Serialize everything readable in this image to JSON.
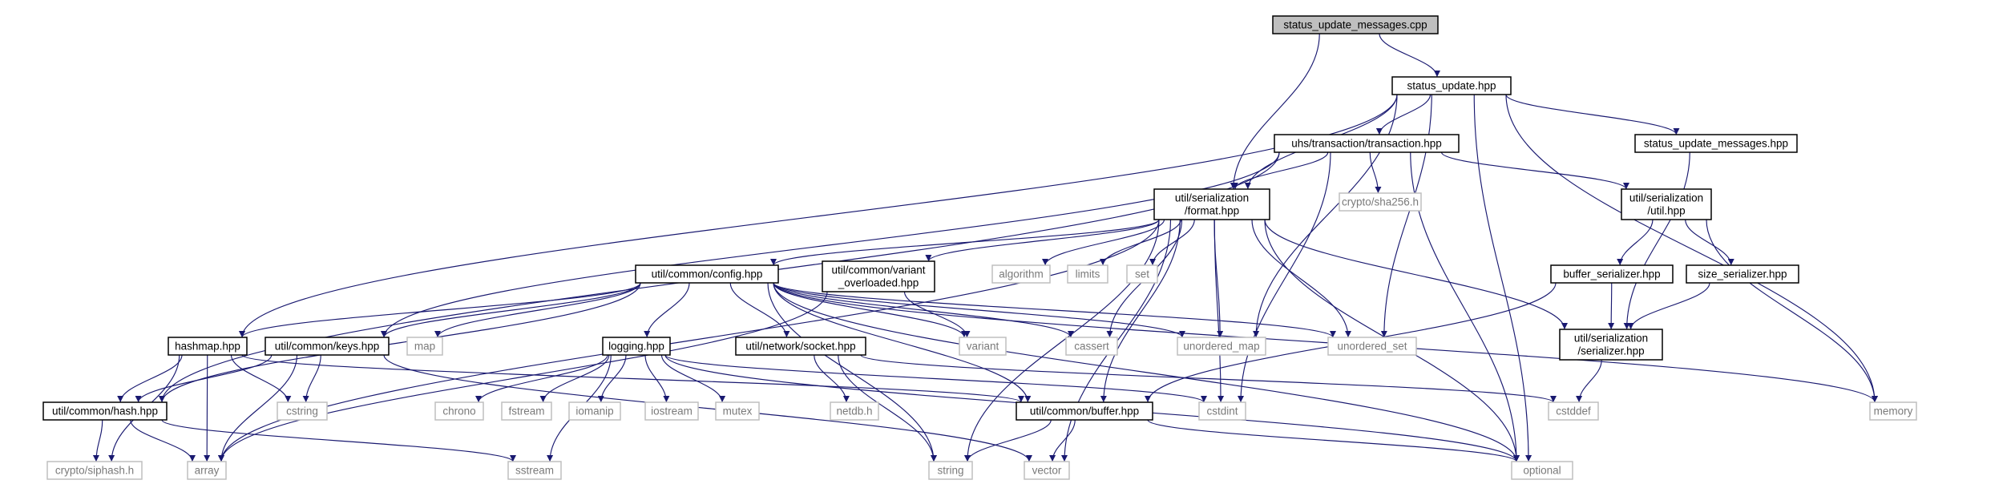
{
  "diagram": {
    "nodes": [
      {
        "id": "root",
        "kind": "root",
        "lines": [
          "status_update_messages.cpp"
        ]
      },
      {
        "id": "status_update",
        "kind": "file",
        "lines": [
          "status_update.hpp"
        ]
      },
      {
        "id": "transaction",
        "kind": "file",
        "lines": [
          "uhs/transaction/transaction.hpp"
        ]
      },
      {
        "id": "status_update_messages",
        "kind": "file",
        "lines": [
          "status_update_messages.hpp"
        ]
      },
      {
        "id": "format",
        "kind": "file",
        "lines": [
          "util/serialization",
          "/format.hpp"
        ]
      },
      {
        "id": "sha256",
        "kind": "sys",
        "lines": [
          "crypto/sha256.h"
        ]
      },
      {
        "id": "ser_util",
        "kind": "file",
        "lines": [
          "util/serialization",
          "/util.hpp"
        ]
      },
      {
        "id": "config",
        "kind": "file",
        "lines": [
          "util/common/config.hpp"
        ]
      },
      {
        "id": "variant_overloaded",
        "kind": "file",
        "lines": [
          "util/common/variant",
          "_overloaded.hpp"
        ]
      },
      {
        "id": "algorithm",
        "kind": "sys",
        "lines": [
          "algorithm"
        ]
      },
      {
        "id": "limits",
        "kind": "sys",
        "lines": [
          "limits"
        ]
      },
      {
        "id": "set",
        "kind": "sys",
        "lines": [
          "set"
        ]
      },
      {
        "id": "buffer_serializer",
        "kind": "file",
        "lines": [
          "buffer_serializer.hpp"
        ]
      },
      {
        "id": "size_serializer",
        "kind": "file",
        "lines": [
          "size_serializer.hpp"
        ]
      },
      {
        "id": "hashmap",
        "kind": "file",
        "lines": [
          "hashmap.hpp"
        ]
      },
      {
        "id": "keys",
        "kind": "file",
        "lines": [
          "util/common/keys.hpp"
        ]
      },
      {
        "id": "map",
        "kind": "sys",
        "lines": [
          "map"
        ]
      },
      {
        "id": "logging",
        "kind": "file",
        "lines": [
          "logging.hpp"
        ]
      },
      {
        "id": "socket",
        "kind": "file",
        "lines": [
          "util/network/socket.hpp"
        ]
      },
      {
        "id": "variant",
        "kind": "sys",
        "lines": [
          "variant"
        ]
      },
      {
        "id": "cassert",
        "kind": "sys",
        "lines": [
          "cassert"
        ]
      },
      {
        "id": "unordered_map",
        "kind": "sys",
        "lines": [
          "unordered_map"
        ]
      },
      {
        "id": "unordered_set",
        "kind": "sys",
        "lines": [
          "unordered_set"
        ]
      },
      {
        "id": "serializer",
        "kind": "file",
        "lines": [
          "util/serialization",
          "/serializer.hpp"
        ]
      },
      {
        "id": "hash",
        "kind": "file",
        "lines": [
          "util/common/hash.hpp"
        ]
      },
      {
        "id": "cstring",
        "kind": "sys",
        "lines": [
          "cstring"
        ]
      },
      {
        "id": "chrono",
        "kind": "sys",
        "lines": [
          "chrono"
        ]
      },
      {
        "id": "fstream",
        "kind": "sys",
        "lines": [
          "fstream"
        ]
      },
      {
        "id": "iomanip",
        "kind": "sys",
        "lines": [
          "iomanip"
        ]
      },
      {
        "id": "iostream",
        "kind": "sys",
        "lines": [
          "iostream"
        ]
      },
      {
        "id": "mutex",
        "kind": "sys",
        "lines": [
          "mutex"
        ]
      },
      {
        "id": "netdb",
        "kind": "sys",
        "lines": [
          "netdb.h"
        ]
      },
      {
        "id": "buffer",
        "kind": "file",
        "lines": [
          "util/common/buffer.hpp"
        ]
      },
      {
        "id": "cstdint",
        "kind": "sys",
        "lines": [
          "cstdint"
        ]
      },
      {
        "id": "cstddef",
        "kind": "sys",
        "lines": [
          "cstddef"
        ]
      },
      {
        "id": "memory",
        "kind": "sys",
        "lines": [
          "memory"
        ]
      },
      {
        "id": "siphash",
        "kind": "sys",
        "lines": [
          "crypto/siphash.h"
        ]
      },
      {
        "id": "array",
        "kind": "sys",
        "lines": [
          "array"
        ]
      },
      {
        "id": "sstream",
        "kind": "sys",
        "lines": [
          "sstream"
        ]
      },
      {
        "id": "string",
        "kind": "sys",
        "lines": [
          "string"
        ]
      },
      {
        "id": "vector",
        "kind": "sys",
        "lines": [
          "vector"
        ]
      },
      {
        "id": "optional",
        "kind": "sys",
        "lines": [
          "optional"
        ]
      }
    ],
    "edges": [
      [
        "root",
        "status_update"
      ],
      [
        "root",
        "format"
      ],
      [
        "status_update",
        "transaction"
      ],
      [
        "status_update",
        "status_update_messages"
      ],
      [
        "status_update",
        "format"
      ],
      [
        "status_update",
        "hashmap"
      ],
      [
        "status_update",
        "unordered_map"
      ],
      [
        "status_update",
        "unordered_set"
      ],
      [
        "status_update",
        "memory"
      ],
      [
        "status_update",
        "optional"
      ],
      [
        "transaction",
        "format"
      ],
      [
        "transaction",
        "sha256"
      ],
      [
        "transaction",
        "ser_util"
      ],
      [
        "transaction",
        "keys"
      ],
      [
        "transaction",
        "hash"
      ],
      [
        "transaction",
        "cstdint"
      ],
      [
        "transaction",
        "optional"
      ],
      [
        "status_update_messages",
        "serializer"
      ],
      [
        "format",
        "config"
      ],
      [
        "format",
        "variant_overloaded"
      ],
      [
        "format",
        "algorithm"
      ],
      [
        "format",
        "limits"
      ],
      [
        "format",
        "set"
      ],
      [
        "format",
        "cassert"
      ],
      [
        "format",
        "unordered_map"
      ],
      [
        "format",
        "unordered_set"
      ],
      [
        "format",
        "serializer"
      ],
      [
        "format",
        "buffer"
      ],
      [
        "format",
        "cstdint"
      ],
      [
        "format",
        "vector"
      ],
      [
        "format",
        "array"
      ],
      [
        "format",
        "optional"
      ],
      [
        "format",
        "string"
      ],
      [
        "ser_util",
        "buffer_serializer"
      ],
      [
        "ser_util",
        "size_serializer"
      ],
      [
        "ser_util",
        "memory"
      ],
      [
        "buffer_serializer",
        "serializer"
      ],
      [
        "buffer_serializer",
        "buffer"
      ],
      [
        "size_serializer",
        "serializer"
      ],
      [
        "serializer",
        "cstddef"
      ],
      [
        "config",
        "hashmap"
      ],
      [
        "config",
        "keys"
      ],
      [
        "config",
        "map"
      ],
      [
        "config",
        "logging"
      ],
      [
        "config",
        "socket"
      ],
      [
        "config",
        "variant"
      ],
      [
        "config",
        "cassert"
      ],
      [
        "config",
        "unordered_map"
      ],
      [
        "config",
        "unordered_set"
      ],
      [
        "config",
        "hash"
      ],
      [
        "config",
        "string"
      ],
      [
        "config",
        "optional"
      ],
      [
        "config",
        "buffer"
      ],
      [
        "config",
        "memory"
      ],
      [
        "variant_overloaded",
        "variant"
      ],
      [
        "variant_overloaded",
        "array"
      ],
      [
        "hashmap",
        "hash"
      ],
      [
        "hashmap",
        "cstring"
      ],
      [
        "hashmap",
        "array"
      ],
      [
        "hashmap",
        "siphash"
      ],
      [
        "hashmap",
        "buffer"
      ],
      [
        "keys",
        "cstring"
      ],
      [
        "keys",
        "array"
      ],
      [
        "keys",
        "vector"
      ],
      [
        "keys",
        "hash"
      ],
      [
        "logging",
        "chrono"
      ],
      [
        "logging",
        "fstream"
      ],
      [
        "logging",
        "iomanip"
      ],
      [
        "logging",
        "iostream"
      ],
      [
        "logging",
        "mutex"
      ],
      [
        "logging",
        "sstream"
      ],
      [
        "logging",
        "cstdint"
      ],
      [
        "logging",
        "optional"
      ],
      [
        "socket",
        "netdb"
      ],
      [
        "socket",
        "string"
      ],
      [
        "socket",
        "cstddef"
      ],
      [
        "hash",
        "siphash"
      ],
      [
        "hash",
        "array"
      ],
      [
        "hash",
        "sstream"
      ],
      [
        "buffer",
        "string"
      ],
      [
        "buffer",
        "vector"
      ],
      [
        "buffer",
        "optional"
      ]
    ]
  }
}
